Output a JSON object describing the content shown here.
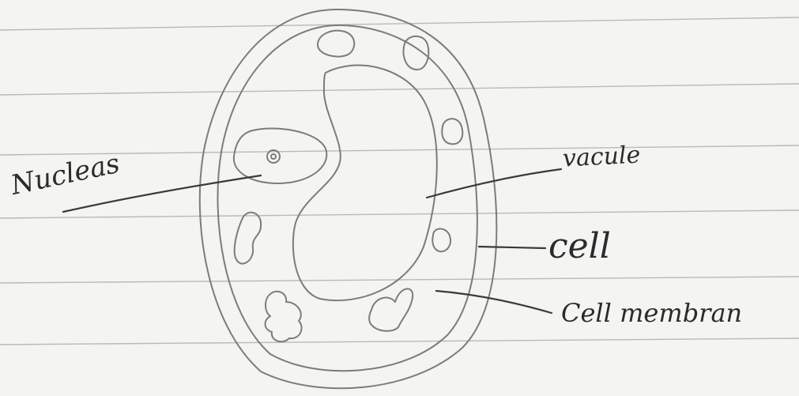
{
  "diagram": {
    "labels": {
      "nucleus": "Nucleas",
      "vacuole": "vacule",
      "cell": "cell",
      "cell_membrane": "Cell membran"
    }
  }
}
